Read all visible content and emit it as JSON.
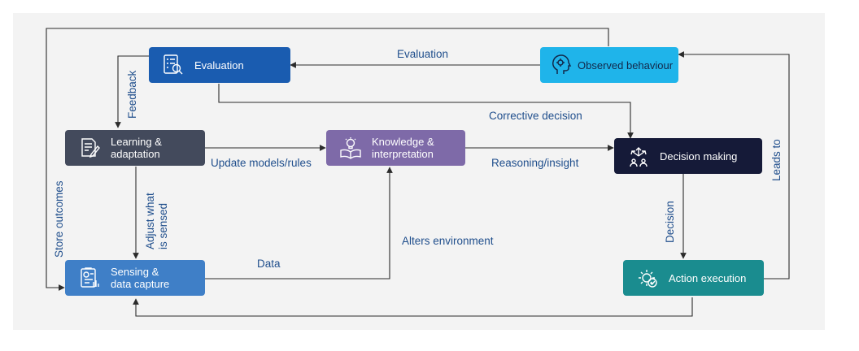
{
  "colors": {
    "evaluation": "#1a5cb0",
    "observed": "#1fb4ea",
    "learning": "#434a5c",
    "knowledge": "#7e6aa8",
    "decision": "#151a38",
    "sensing": "#3f7fc7",
    "action": "#1a8c8f",
    "edge": "#2b2b2b",
    "edge_label": "#1f4e8c"
  },
  "nodes": {
    "evaluation": {
      "label": "Evaluation",
      "icon": "checklist-magnifier-icon"
    },
    "observed": {
      "label": "Observed behaviour",
      "icon": "head-gears-icon"
    },
    "learning": {
      "label": "Learning &\nadaptation",
      "icon": "document-pen-icon"
    },
    "knowledge": {
      "label": "Knowledge &\ninterpretation",
      "icon": "book-lightbulb-icon"
    },
    "decision": {
      "label": "Decision making",
      "icon": "branching-arrows-icon"
    },
    "sensing": {
      "label": "Sensing &\ndata capture",
      "icon": "sensor-clipboard-icon"
    },
    "action": {
      "label": "Action execution",
      "icon": "gear-check-icon"
    }
  },
  "edges": {
    "evaluation_top": "Evaluation",
    "corrective": "Corrective decision",
    "update_models": "Update models/rules",
    "reasoning": "Reasoning/insight",
    "alters": "Alters environment",
    "data": "Data",
    "feedback": "Feedback",
    "adjust": "Adjust what\nis sensed",
    "store": "Store outcomes",
    "decision": "Decision",
    "leads_to": "Leads to"
  }
}
